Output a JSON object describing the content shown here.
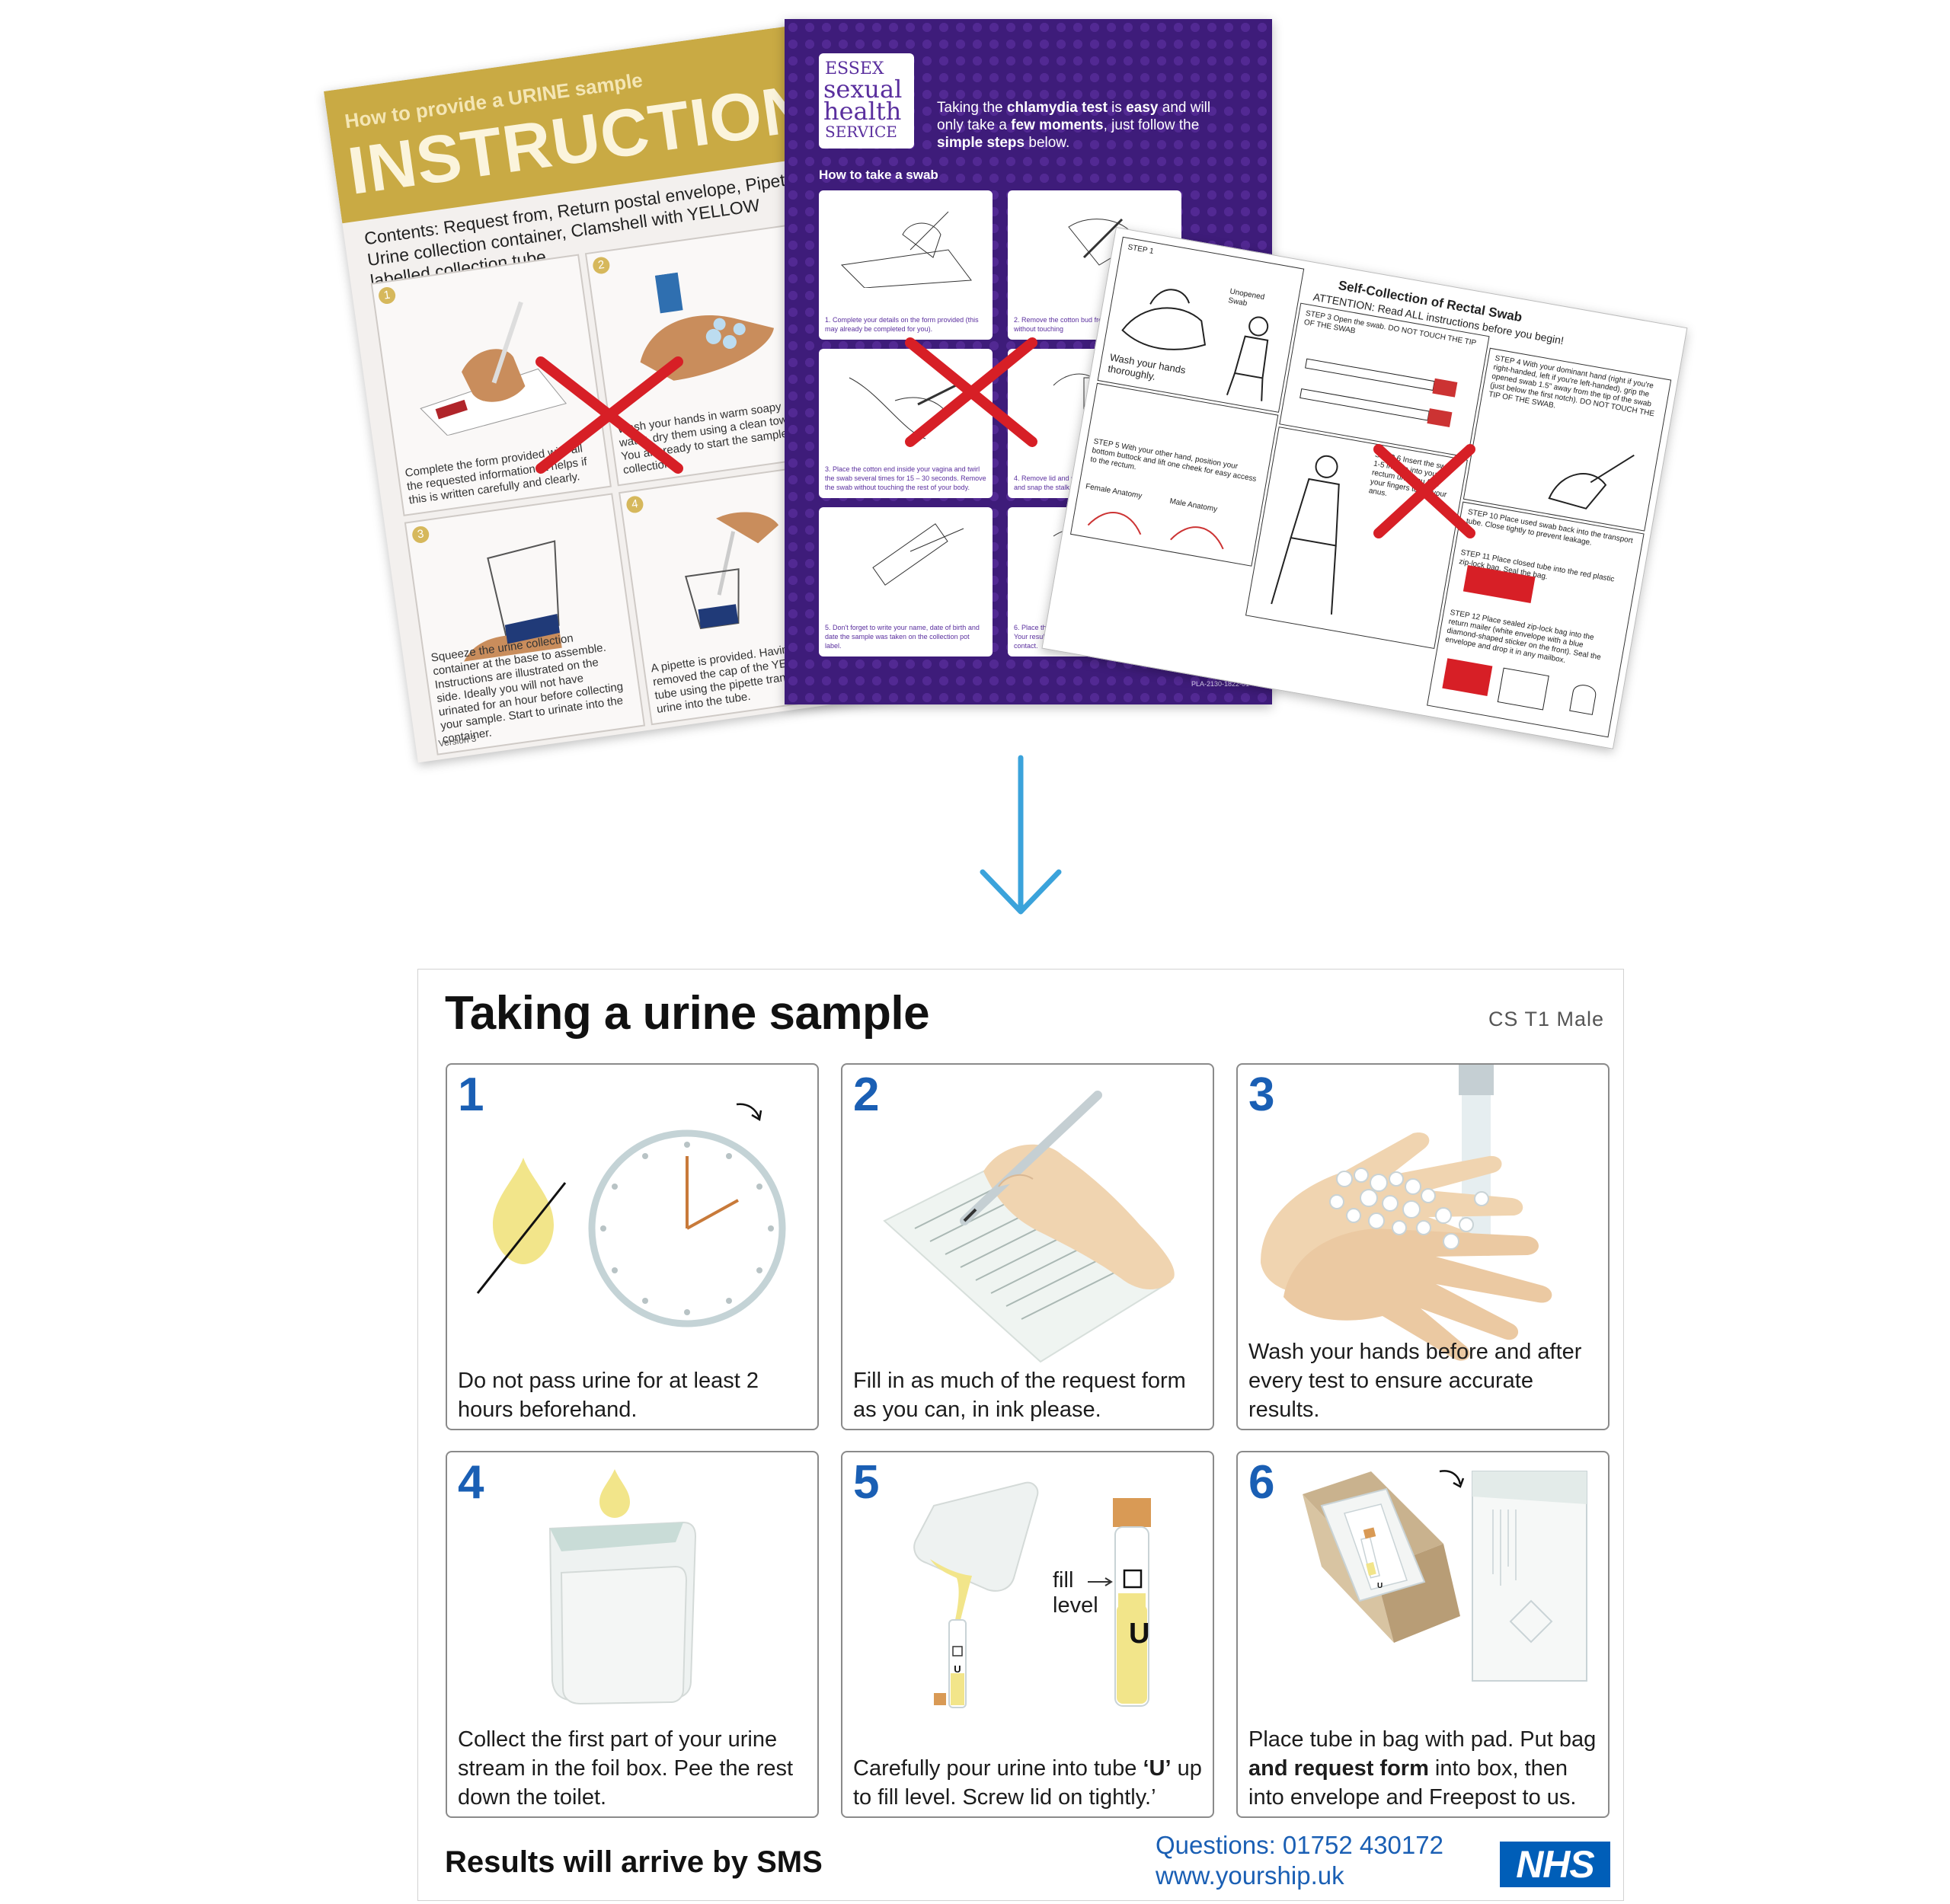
{
  "urine_sheet": {
    "kicker": "How to provide a URINE sample",
    "title": "INSTRUCTIONS",
    "contents": "Contents: Request from, Return postal envelope, Pipette, Urine collection container, Clamshell with YELLOW labelled collection tube.",
    "panels": [
      {
        "num": "1",
        "caption": "Complete the form provided with all the requested information. It helps if this is written carefully and clearly."
      },
      {
        "num": "2",
        "caption": "Wash your hands in warm soapy water, dry them using a clean towel. You are ready to start the sample collection."
      },
      {
        "num": "3",
        "caption": "Squeeze the urine collection container at the base to assemble. Instructions are illustrated on the side. Ideally you will not have urinated for an hour before collecting your sample. Start to urinate into the container."
      },
      {
        "num": "4",
        "caption": "A pipette is provided. Having removed the cap of the YELLOW tube using the pipette transfer the urine into the tube."
      }
    ],
    "version": "Version 3"
  },
  "chlamydia_sheet": {
    "logo": [
      "ESSEX",
      "sexual",
      "health",
      "SERVICE"
    ],
    "intro_1": "Taking the ",
    "intro_bold_1": "chlamydia test",
    "intro_2": " is ",
    "intro_bold_2": "easy",
    "intro_3": " and will only take a ",
    "intro_bold_3": "few moments",
    "intro_4": ", just follow the ",
    "intro_bold_4": "simple steps",
    "intro_5": " below.",
    "swab_heading": "How to take a swab",
    "panels": [
      "1. Complete your details on the form provided (this may already be completed for you).",
      "2. Remove the cotton bud from the packaging without touching",
      "3. Place the cotton end inside your vagina and twirl the swab several times for 15 – 30 seconds. Remove the swab without touching the rest of your body.",
      "4. Remove lid and place swab down into the tube and snap the stalk of the swab into the container.",
      "5. Don't forget to write your name, date of birth and date the sample was taken on the collection pot label.",
      "6. Place the sample and form in the envelope. 7. Your results will be sent by your chosen method of contact."
    ],
    "code": "PLA-2130-1822-01"
  },
  "rectal_sheet": {
    "title": "Self-Collection of Rectal Swab",
    "attention": "ATTENTION: Read ALL instructions before you begin!",
    "step1": "STEP 1",
    "wash": "Wash your hands thoroughly.",
    "unopened": "Unopened Swab",
    "step3": "STEP 3 Open the swab. DO NOT TOUCH THE TIP OF THE SWAB",
    "step4": "STEP 4 With your dominant hand (right if you're right-handed, left if you're left-handed), grip the opened swab 1.5\" away from the tip of the swab (just below the first notch). DO NOT TOUCH THE TIP OF THE SWAB.",
    "step5": "STEP 5 With your other hand, position your bottom buttock and lift one cheek for easy access to the rectum.",
    "female": "Female Anatomy",
    "male": "Male Anatomy",
    "step6": "STEP 6 Insert the swab 1-5 inches into your rectum until you feel your fingers touch your anus.",
    "step10": "STEP 10 Place used swab back into the transport tube. Close tightly to prevent leakage.",
    "step11": "STEP 11 Place closed tube into the red plastic zip-lock bag. Seal the bag.",
    "step12": "STEP 12 Place sealed zip-lock bag into the return mailer (white envelope with a blue diamond-shaped sticker on the front). Seal the envelope and drop it in any mailbox."
  },
  "leaflet": {
    "title": "Taking a urine sample",
    "code": "CS T1 Male",
    "steps": [
      {
        "num": "1",
        "text": "Do not pass urine for at least 2 hours beforehand."
      },
      {
        "num": "2",
        "text": "Fill in as much of the request form as you can, in ink please."
      },
      {
        "num": "3",
        "text": "Wash your hands before and after every test to ensure accurate results."
      },
      {
        "num": "4",
        "text": "Collect the first part of your urine stream in the foil box. Pee the rest down the toilet."
      },
      {
        "num": "5",
        "text_1": "Carefully pour urine into tube ",
        "text_bold": "‘U’",
        "text_2": " up to fill level. Screw lid on tightly.’",
        "fill_label": "fill",
        "level_label": "level",
        "tube_letter": "U"
      },
      {
        "num": "6",
        "text_1": "Place tube in bag with pad. Put bag ",
        "text_bold": "and request form",
        "text_2": " into box, then into envelope and Freepost to us.",
        "tube_letter": "U"
      }
    ],
    "footer_sms": "Results will arrive by SMS",
    "footer_phone": "Questions: 01752 430172",
    "footer_web": "www.yourship.uk",
    "nhs_logo": "NHS"
  },
  "colors": {
    "nhs_blue": "#005eb8",
    "step_blue": "#1a5fb4",
    "cross_red": "#d71f26",
    "arrow_blue": "#3ba3db",
    "urine_yellow": "#f2e58a",
    "purple": "#3e1c7a"
  }
}
